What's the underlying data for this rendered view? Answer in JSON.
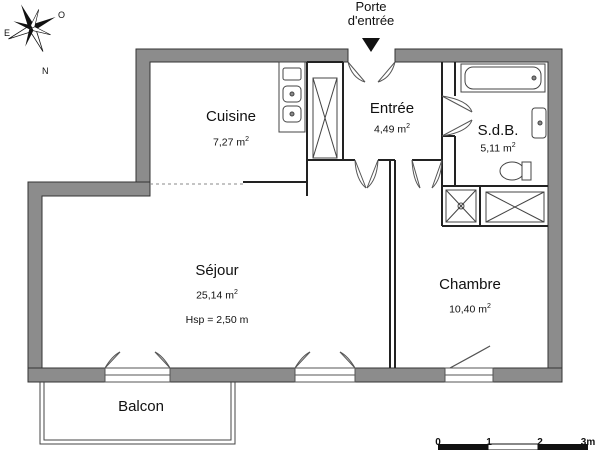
{
  "entrance_label": [
    "Porte",
    "d'entrée"
  ],
  "rooms": {
    "cuisine": {
      "name": "Cuisine",
      "area": "7,27 m",
      "unit_exp": "2"
    },
    "entree": {
      "name": "Entrée",
      "area": "4,49 m",
      "unit_exp": "2"
    },
    "sdb": {
      "name": "S.d.B.",
      "area": "5,11 m",
      "unit_exp": "2"
    },
    "sejour": {
      "name": "Séjour",
      "area": "25,14 m",
      "unit_exp": "2",
      "height": "Hsp = 2,50 m"
    },
    "chambre": {
      "name": "Chambre",
      "area": "10,40 m",
      "unit_exp": "2"
    },
    "balcon": {
      "name": "Balcon"
    }
  },
  "scale": {
    "ticks": [
      "0",
      "1",
      "2",
      "3m"
    ]
  },
  "compass": {
    "letters": [
      "O",
      "E",
      "N"
    ]
  },
  "colors": {
    "wall_fill": "#8c8c8c",
    "wall_stroke": "#333333",
    "line": "#222222"
  }
}
